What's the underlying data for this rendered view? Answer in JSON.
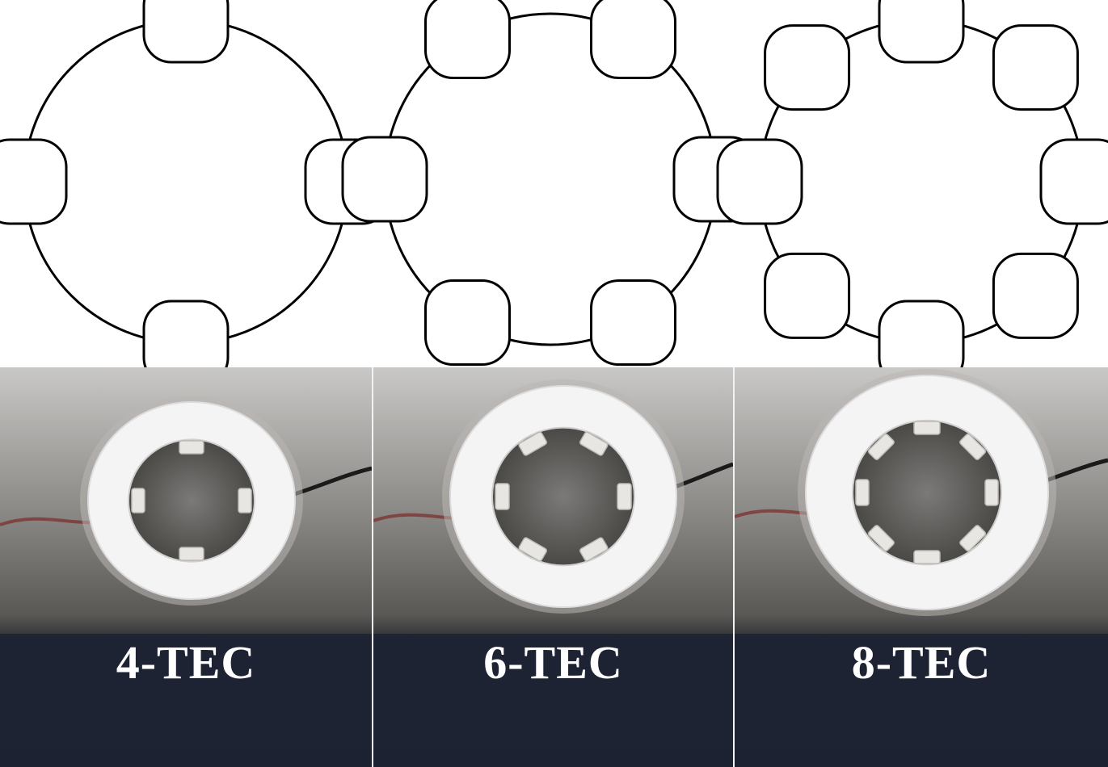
{
  "configurations": [
    {
      "id": "4-tec",
      "label": "4-TEC",
      "tec_count": 4
    },
    {
      "id": "6-tec",
      "label": "6-TEC",
      "tec_count": 6
    },
    {
      "id": "8-tec",
      "label": "8-TEC",
      "tec_count": 8
    }
  ],
  "colors": {
    "schematic_stroke": "#000000",
    "schematic_fill": "#ffffff",
    "label_text": "#ffffff",
    "backdrop_top": "#c9c8c6",
    "backdrop_mid": "#5a5855",
    "table_surface": "#1d2333",
    "ring_foam": "#f4f4f5",
    "tec_module": "#e8e6e3"
  }
}
